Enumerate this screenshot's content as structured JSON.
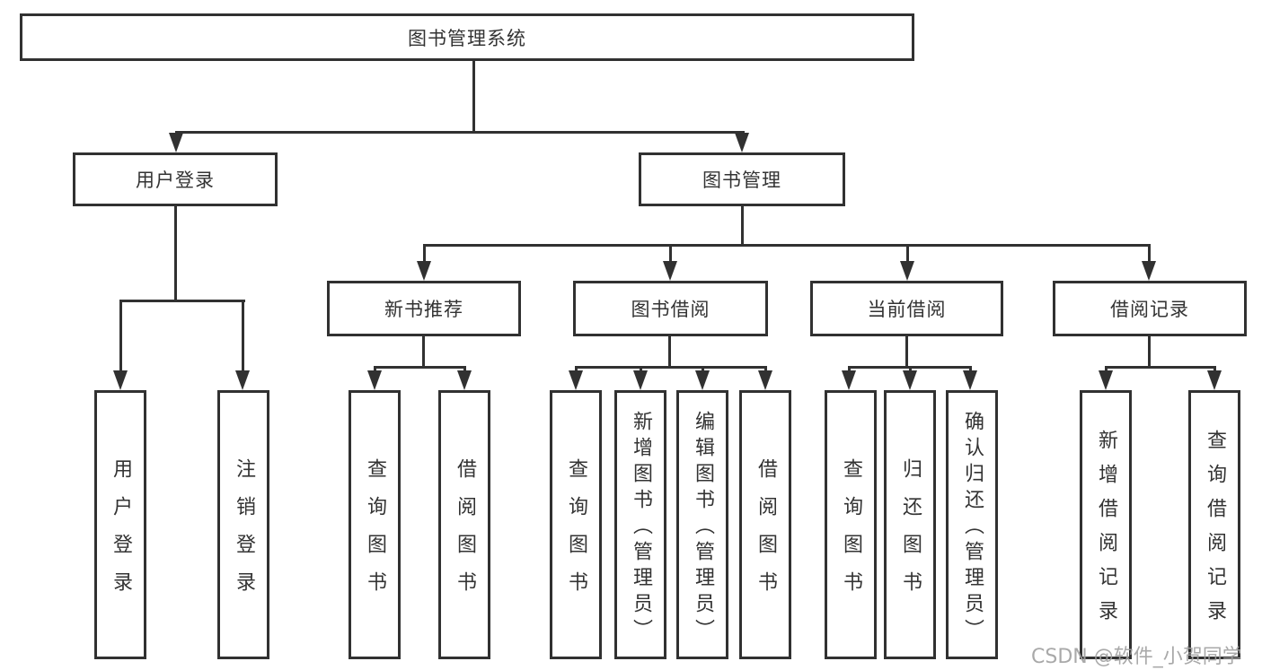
{
  "diagram": {
    "title": "图书管理系统",
    "root": {
      "label": "图书管理系统"
    },
    "branches": [
      {
        "label": "用户登录",
        "children": [
          {
            "label": "用户登录"
          },
          {
            "label": "注销登录"
          }
        ]
      },
      {
        "label": "图书管理",
        "children": [
          {
            "label": "新书推荐",
            "children": [
              {
                "label": "查询图书"
              },
              {
                "label": "借阅图书"
              }
            ]
          },
          {
            "label": "图书借阅",
            "children": [
              {
                "label": "查询图书"
              },
              {
                "label": "新增图书（管理员）"
              },
              {
                "label": "编辑图书（管理员）"
              },
              {
                "label": "借阅图书"
              }
            ]
          },
          {
            "label": "当前借阅",
            "children": [
              {
                "label": "查询图书"
              },
              {
                "label": "归还图书"
              },
              {
                "label": "确认归还（管理员）"
              }
            ]
          },
          {
            "label": "借阅记录",
            "children": [
              {
                "label": "新增借阅记录"
              },
              {
                "label": "查询借阅记录"
              }
            ]
          }
        ]
      }
    ]
  },
  "watermark": {
    "text": "CSDN @软件_小贺同学"
  },
  "colors": {
    "background": "#ffffff",
    "box_border": "#313131",
    "line": "#313131",
    "text": "#333333",
    "watermark": "#a0a0a0"
  }
}
